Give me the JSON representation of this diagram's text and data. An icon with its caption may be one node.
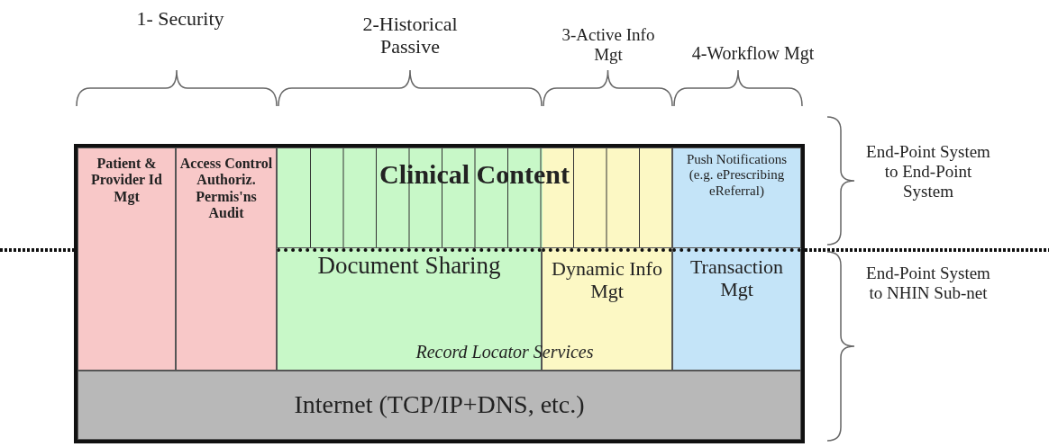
{
  "diagram": {
    "nodes": [
      {
        "text": [
          "Patient & Provider Id Mgt"
        ]
      },
      {
        "text": [
          "Access Control Authoriz. Permis'ns Audit"
        ]
      },
      {
        "text": [
          "Clinical Content"
        ]
      },
      {
        "text": [
          "Document Sharing"
        ]
      },
      {
        "text": [
          "Dynamic Info Mgt"
        ]
      },
      {
        "text": [
          "Push Notifications (e.g. ePrescribing eReferral)"
        ]
      },
      {
        "text": [
          "Transaction Mgt"
        ]
      },
      {
        "text": [
          "Internet (TCP/IP+DNS, etc.)"
        ]
      }
    ],
    "edges": [],
    "labels": [
      "1- Security",
      "2-Historical Passive",
      "3-Active Info Mgt",
      "4-Workflow Mgt",
      "End-Point System to End-Point System",
      "Record Locator Services",
      "End-Point System to NHIN Sub-net"
    ]
  }
}
